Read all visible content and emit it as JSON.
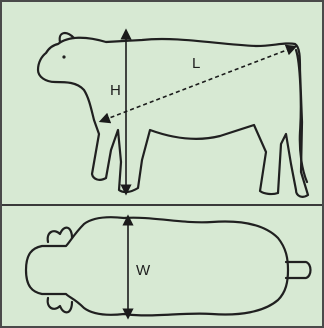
{
  "labels": {
    "height": "H",
    "length": "L",
    "width": "W"
  }
}
